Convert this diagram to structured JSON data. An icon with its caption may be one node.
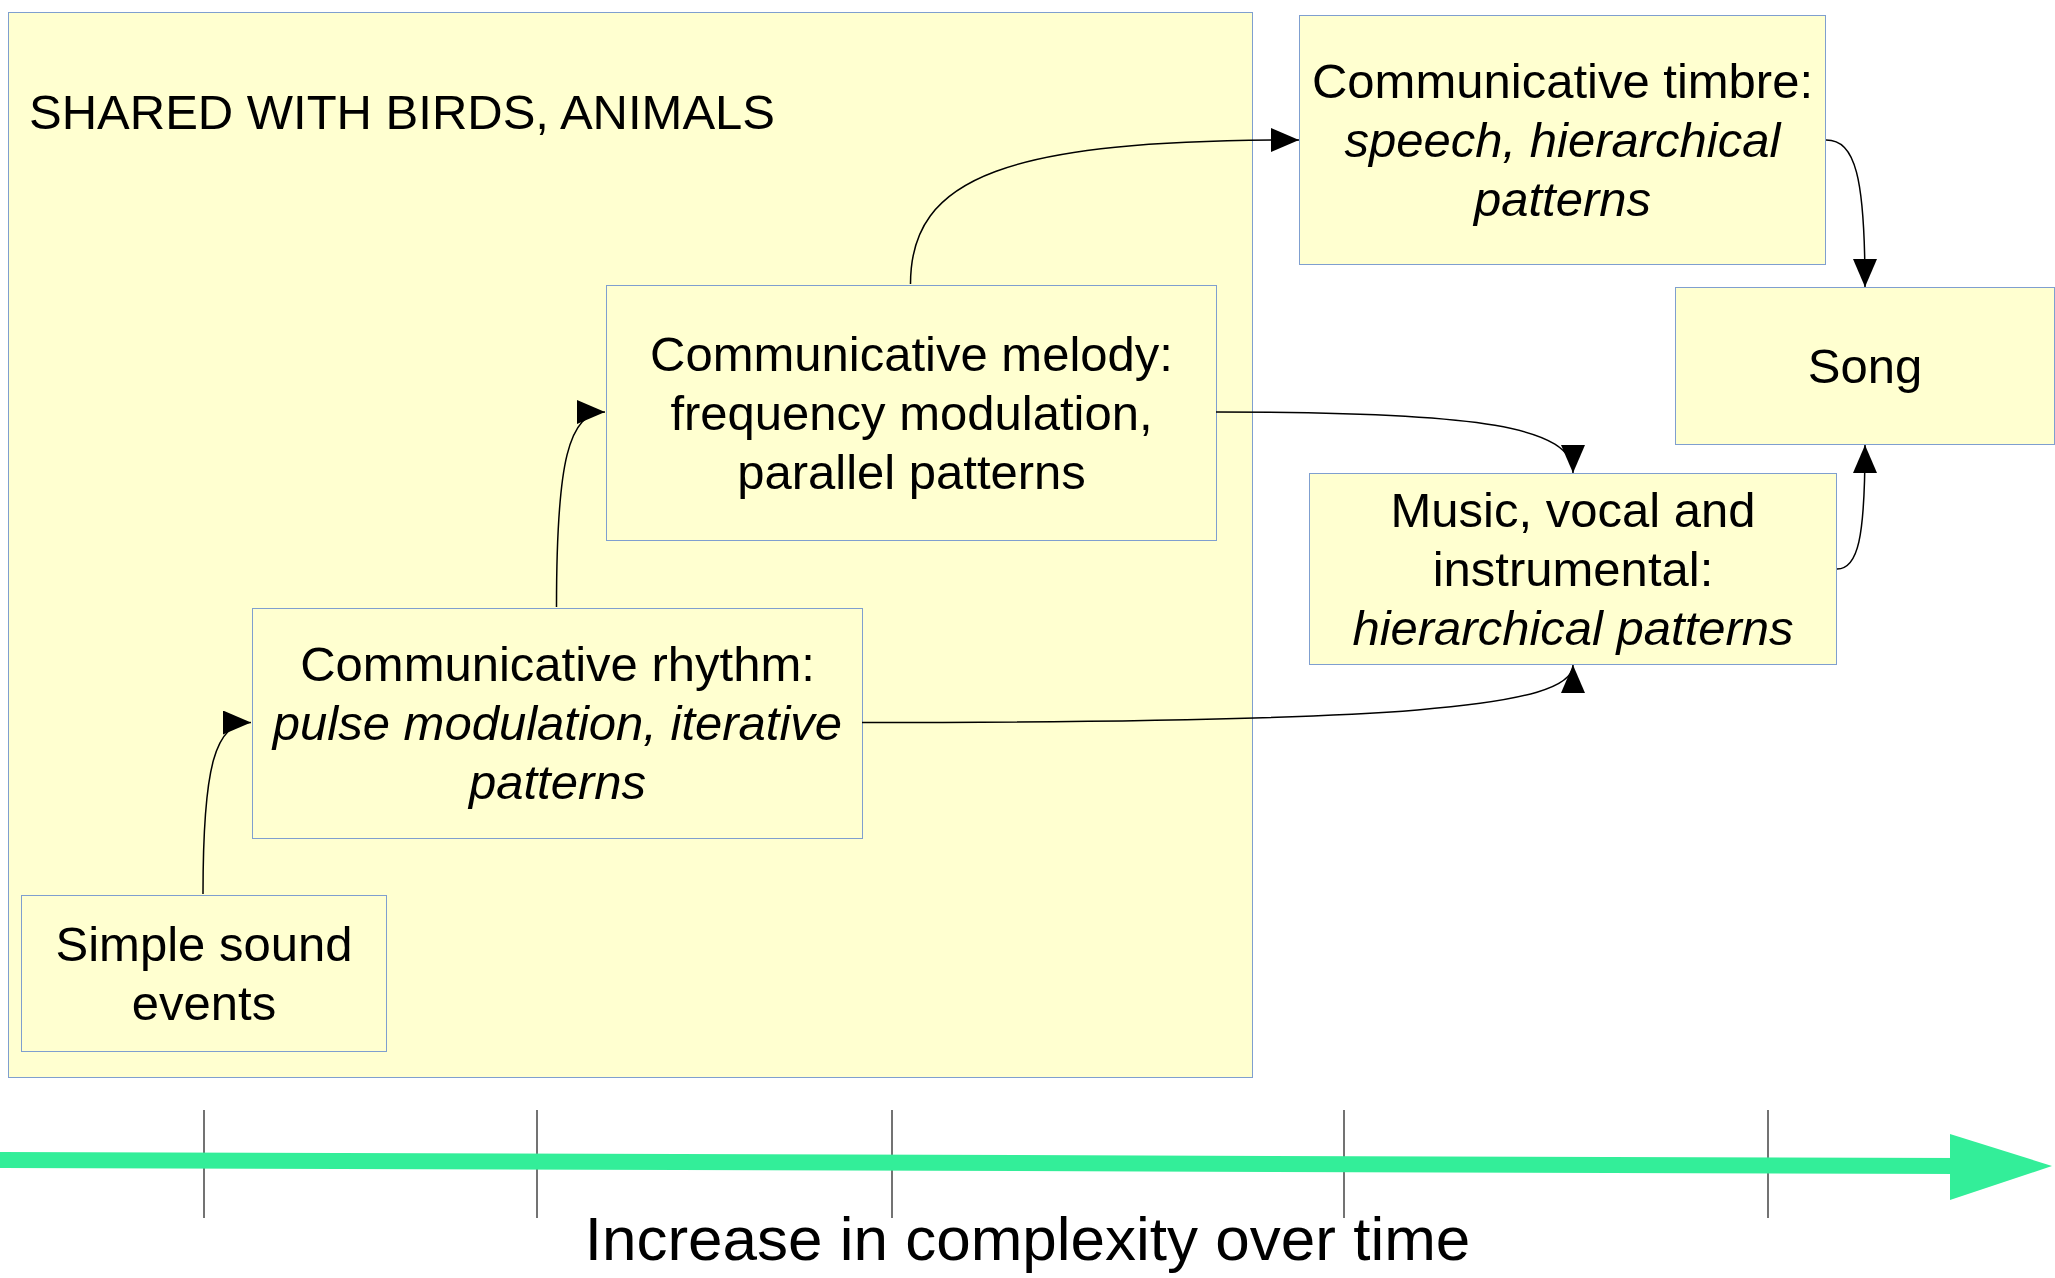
{
  "diagram": {
    "nodes": [
      {
        "text": [
          "SHARED WITH BIRDS, ANIMALS"
        ]
      },
      {
        "text": [
          "Simple sound events"
        ],
        "in": 0
      },
      {
        "text": [
          "Communicative rhythm: *pulse modulation, iterative patterns*"
        ],
        "in": 0
      },
      {
        "text": [
          "Communicative melody: frequency modulation, parallel patterns"
        ],
        "in": 0
      },
      {
        "text": [
          "Communicative timbre: *speech, hierarchical patterns*"
        ]
      },
      {
        "text": [
          "Song"
        ]
      },
      {
        "text": [
          "Music, vocal and instrumental: *hierarchical patterns*"
        ]
      }
    ],
    "edges": [
      {
        "from": 1,
        "to": 2,
        "arrow": "to"
      },
      {
        "from": 2,
        "to": 3,
        "arrow": "to"
      },
      {
        "from": 3,
        "to": 4,
        "arrow": "to"
      },
      {
        "from": 3,
        "to": 6,
        "arrow": "to"
      },
      {
        "from": 2,
        "to": 6,
        "arrow": "to"
      },
      {
        "from": 4,
        "to": 5,
        "arrow": "to"
      },
      {
        "from": 6,
        "to": 5,
        "arrow": "to"
      }
    ],
    "labels": [
      "Increase in complexity over time"
    ]
  }
}
